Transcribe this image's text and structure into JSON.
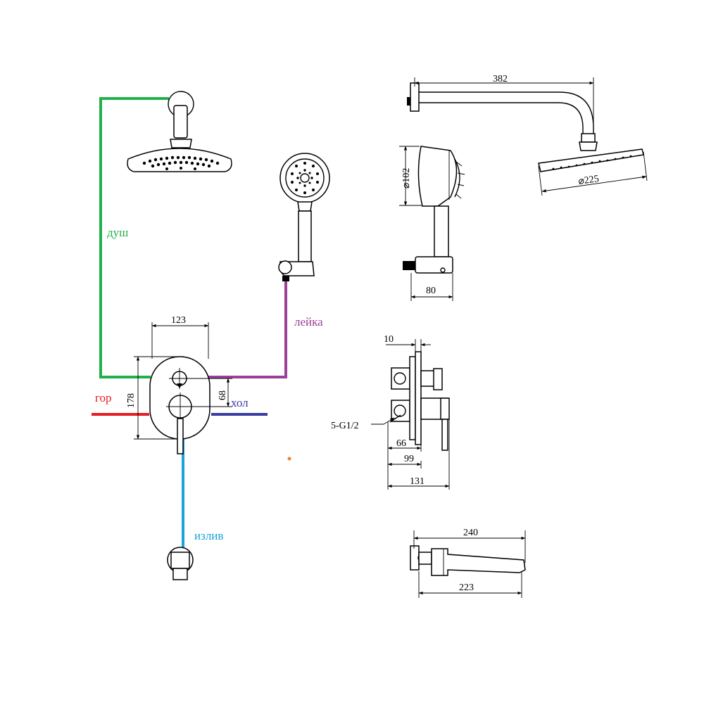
{
  "colors": {
    "shower": "#22b04b",
    "handheld": "#9c3f98",
    "hot": "#e31e24",
    "cold": "#3a3ca0",
    "spout": "#1aa3dd",
    "dot": "#f08030"
  },
  "labels": {
    "shower": "душ",
    "handheld": "лейка",
    "hot": "гор",
    "cold": "хол",
    "spout": "излив"
  },
  "dimensions": {
    "mixer_width": "123",
    "mixer_height": "178",
    "handle_spacing": "68",
    "arm_length": "382",
    "head_diameter": "⌀225",
    "hand_diameter": "⌀102",
    "holder_width": "80",
    "plate_thickness": "10",
    "thread": "5-G1/2",
    "depth_66": "66",
    "depth_99": "99",
    "depth_131": "131",
    "spout_total": "240",
    "spout_reach": "223"
  }
}
